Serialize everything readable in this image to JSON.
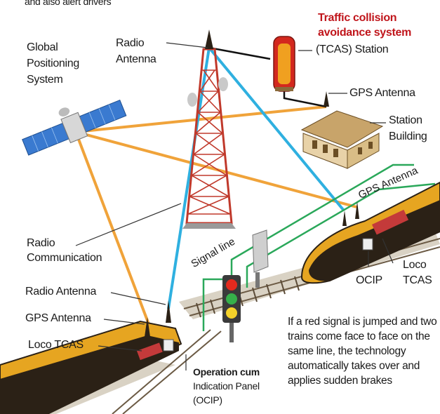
{
  "header": {
    "cut_text": "and also alert drivers"
  },
  "labels": {
    "gps_system": [
      "Global",
      "Positioning",
      "System"
    ],
    "radio_antenna_top": [
      "Radio",
      "Antenna"
    ],
    "tcas_title": [
      "Traffic collision",
      "avoidance system"
    ],
    "tcas_station": "(TCAS) Station",
    "gps_antenna_station": "GPS Antenna",
    "station_building": [
      "Station",
      "Building"
    ],
    "gps_antenna_train": "GPS Antenna",
    "radio_communication": [
      "Radio",
      "Communication"
    ],
    "signal_line": "Signal line",
    "loco_tcas_right": [
      "Loco",
      "TCAS"
    ],
    "ocip_right": "OCIP",
    "radio_antenna_left": "Radio Antenna",
    "gps_antenna_left": "GPS Antenna",
    "loco_tcas_left": "Loco TCAS",
    "ocip_full": [
      "Operation cum",
      "Indication Panel",
      "(OCIP)"
    ],
    "info_text": "If a red signal is jumped and two trains come face to face on the same line, the technology automatically takes over and applies sudden brakes"
  },
  "colors": {
    "gps_link": "#f0a33a",
    "radio_link": "#2fb0e0",
    "signal_link": "#2aa85a",
    "tower": "#c0392b",
    "tcas_station": "#d3281e",
    "train_gold": "#e6a521",
    "train_dark": "#2b2116",
    "title_red": "#c0151b"
  }
}
